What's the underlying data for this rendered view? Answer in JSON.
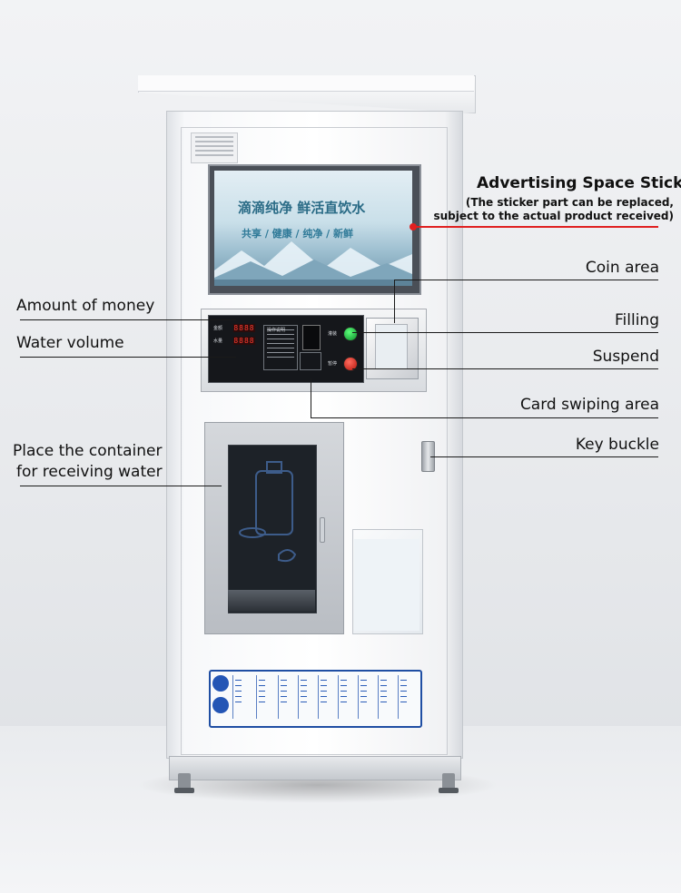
{
  "screen": {
    "headline": "滴滴纯净 鲜活直饮水",
    "subline": "共享 / 健康 / 纯净 / 新鲜"
  },
  "panel": {
    "led_amount": "8888",
    "led_volume": "8888",
    "label_amount": "金额",
    "label_volume": "水量",
    "info_title": "操作说明",
    "btn_fill_label": "灌装",
    "btn_pause_label": "暂停"
  },
  "callouts": {
    "advertising_title": "Advertising Space Stickers",
    "advertising_note_1": "(The sticker part can be replaced,",
    "advertising_note_2": "subject to the actual product received)",
    "coin_area": "Coin area",
    "filling": "Filling",
    "suspend": "Suspend",
    "card_swiping": "Card swiping area",
    "key_buckle": "Key buckle",
    "amount_of_money": "Amount of money",
    "water_volume": "Water volume",
    "container_1": "Place the container",
    "container_2": "for receiving water"
  },
  "colors": {
    "callout_red": "#e02020",
    "sticker_blue": "#1f4ea3",
    "led_red": "#ff3b2f",
    "btn_green": "#0b8a2a",
    "btn_red": "#b3150c"
  }
}
